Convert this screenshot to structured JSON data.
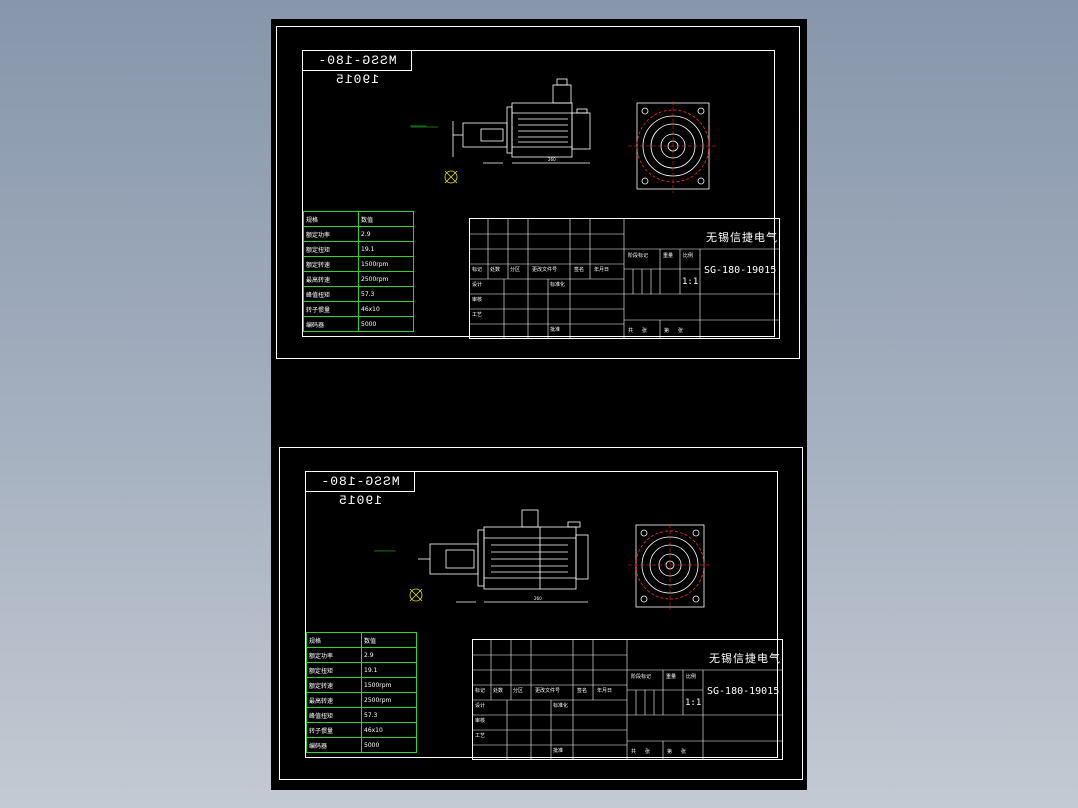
{
  "drawing": {
    "title_tag": "MSSG-180-19015",
    "company": "无锡信捷电气",
    "model": "SG-180-19015",
    "scale": "1:1"
  },
  "param_table": {
    "rows": [
      {
        "key": "规格",
        "value": "数值"
      },
      {
        "key": "额定功率",
        "value": "2.9"
      },
      {
        "key": "额定扭矩",
        "value": "19.1"
      },
      {
        "key": "额定转速",
        "value": "1500rpm"
      },
      {
        "key": "最高转速",
        "value": "2500rpm"
      },
      {
        "key": "峰值扭矩",
        "value": "57.3"
      },
      {
        "key": "转子惯量",
        "value": "46x10"
      },
      {
        "key": "编码器",
        "value": "5000"
      }
    ]
  },
  "title_block": {
    "labels": [
      "标记",
      "处数",
      "分区",
      "更改文件号",
      "签名",
      "年月日",
      "设计",
      "标准化",
      "审核",
      "工艺",
      "批准",
      "阶段标记",
      "重量",
      "比例",
      "共",
      "张",
      "第",
      "张"
    ]
  },
  "colors": {
    "background_top": "#8796ab",
    "canvas": "#000000",
    "line": "#ffffff",
    "table_green": "#2bd62b",
    "circle_red": "#ff2a2a",
    "symbol_yellow": "#e8e800"
  }
}
